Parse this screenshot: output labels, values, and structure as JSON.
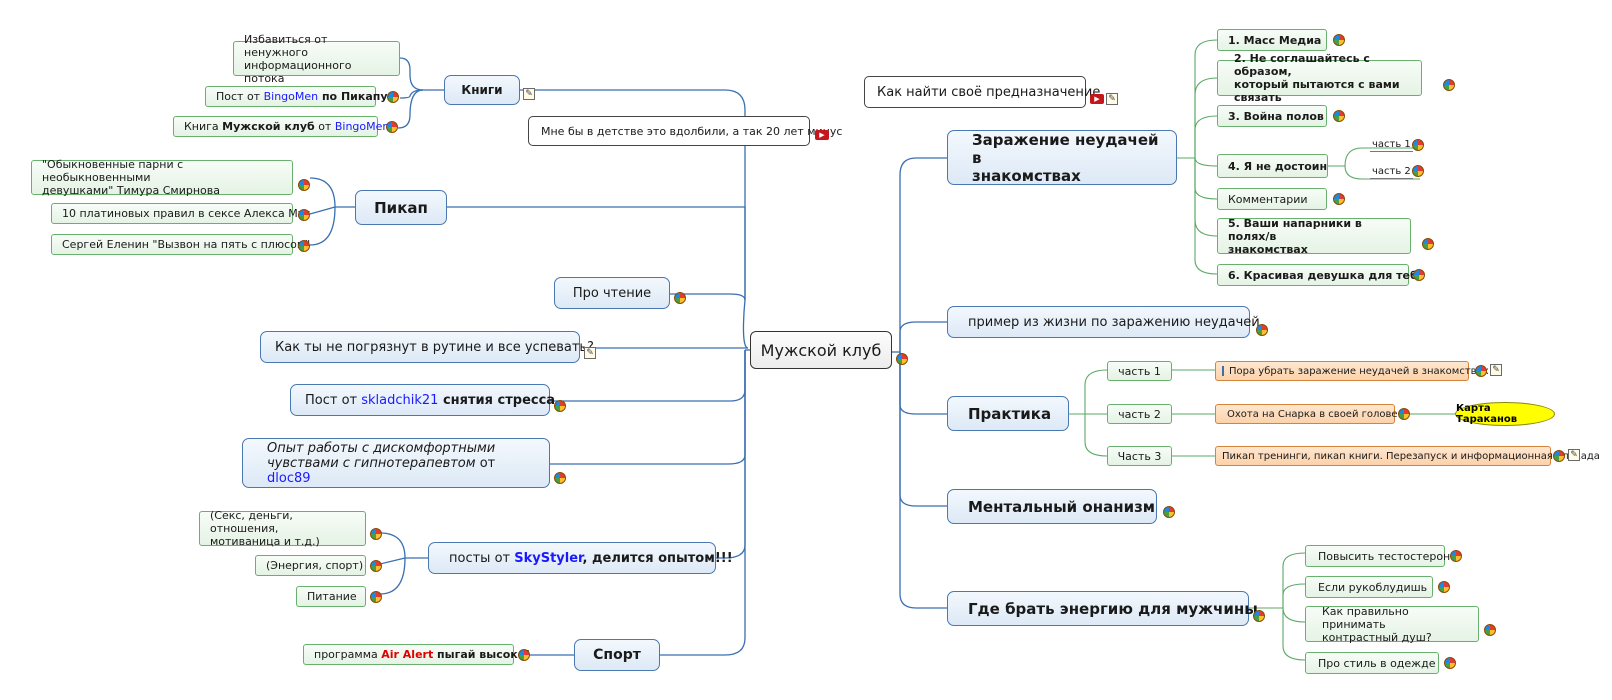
{
  "center": {
    "label": "Мужской клуб"
  },
  "left": {
    "knigi": {
      "label": "Книги",
      "items": [
        {
          "lines": [
            "Избавиться от ненужного",
            "информационного потока"
          ]
        },
        {
          "before": "Пост от ",
          "link": "BingoMen",
          "bold": " по Пикапу"
        },
        {
          "before": "Книга ",
          "bold": "Мужской клуб",
          "mid": " от ",
          "link": "BingoMen"
        }
      ]
    },
    "childhood": {
      "label": "Мне бы в детстве это вдолбили, а так 20 лет минус"
    },
    "pikap": {
      "label": "Пикап",
      "items": [
        {
          "lines": [
            "\"Обыкновенные парни с необыкновенными",
            "девушками\" Тимура Смирнова"
          ]
        },
        {
          "label": "10 платиновых правил в сексе Алекса Мэя"
        },
        {
          "label": "Сергей Еленин \"Вызвон на пять с плюсом\""
        }
      ]
    },
    "reading": {
      "label": "Про чтение"
    },
    "routine": {
      "label": "Как ты не погрязнут в рутине и все успевать?"
    },
    "stress": {
      "before": "Пост от ",
      "link": "skladchik21",
      "bold": " снятия стресса"
    },
    "experience": {
      "line1": "Опыт работы с дискомфортными",
      "line2": "чувствами с гипнотерапевтом",
      "mid": " от ",
      "link": "dloc89"
    },
    "skystyler": {
      "before": "посты от ",
      "link": "SkyStyler",
      "bold": ", делится опытом!!!",
      "items": [
        {
          "lines": [
            "(Секс, деньги, отношения,",
            "мотиваница и т.д.)"
          ]
        },
        {
          "label": "(Энергия, спорт)"
        },
        {
          "label": "Питание"
        }
      ]
    },
    "sport": {
      "label": "Спорт",
      "item": {
        "before": "программа ",
        "red": "Air Alert",
        "bold": " пыгай высоко!"
      }
    }
  },
  "right": {
    "purpose": {
      "label": "Как найти своё предназначение"
    },
    "zarazhenie": {
      "line1": "Заражение неудачей в",
      "line2": "знакомствах",
      "items": [
        {
          "label": "1. Масс Медиа"
        },
        {
          "lines": [
            "2. Не соглашайтесь с образом,",
            "который пытаются с вами связать"
          ]
        },
        {
          "label": "3. Война полов"
        },
        {
          "label": "4. Я не достоин",
          "sub": [
            "часть 1",
            "часть 2"
          ]
        },
        {
          "label": "Комментарии"
        },
        {
          "lines": [
            "5. Ваши напарники в полях/в",
            "знакомствах"
          ]
        },
        {
          "label": "6. Красивая девушка для тебя"
        }
      ]
    },
    "example": {
      "label": "пример из жизни по заражению неудачей"
    },
    "praktika": {
      "label": "Практика",
      "parts": [
        {
          "label": "часть 1",
          "detail": "Пора убрать заражение неудачей в знакомствах"
        },
        {
          "label": "часть 2",
          "detail": "Охота на Снарка в своей голове",
          "extra": "Карта Тараканов"
        },
        {
          "label": "Часть 3",
          "detail": "Пикап тренинги, пикап книги. Перезапуск и информационная блокада"
        }
      ]
    },
    "mental": {
      "label": "Ментальный онанизм"
    },
    "energy": {
      "label": "Где брать энергию для мужчины",
      "items": [
        {
          "label": "Повысить тестостерон"
        },
        {
          "label": "Если рукоблудишь"
        },
        {
          "lines": [
            "Как правильно принимать",
            "контрастный душ?"
          ]
        },
        {
          "label": "Про стиль в одежде"
        }
      ]
    }
  },
  "colors": {
    "branch_left": "#3a6fb0",
    "branch_right": "#3a6fb0",
    "sub_green": "#5aa865",
    "link": "#1a1aff",
    "highlight": "#ffff00"
  },
  "icons": [
    "globe-pin-icon",
    "youtube-icon",
    "note-icon",
    "calendar-icon",
    "pushpin-icon"
  ]
}
